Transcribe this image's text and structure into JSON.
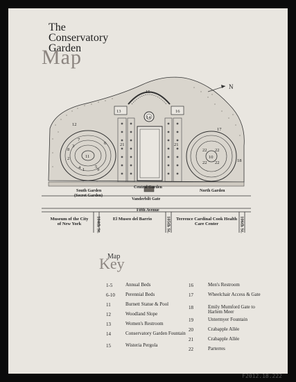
{
  "title": {
    "line1": "The",
    "line2": "Conservatory",
    "line3": "Garden",
    "big": "Map"
  },
  "map": {
    "labels": {
      "south_garden": "South Garden",
      "secret_garden": "(Secret Garden)",
      "central_garden": "Central Garden",
      "north_garden": "North Garden",
      "vanderbilt_gate": "Vanderbilt Gate",
      "fifth_avenue": "Fifth Avenue",
      "north_arrow": "N"
    },
    "numbers": [
      "1",
      "2",
      "3",
      "4",
      "5",
      "6",
      "7",
      "8",
      "9",
      "10",
      "11",
      "12",
      "13",
      "14",
      "15",
      "16",
      "17",
      "18",
      "21",
      "21",
      "22",
      "22",
      "22",
      "22"
    ],
    "streets": [
      {
        "name": "Museum of the City of New York"
      },
      {
        "name": "104th St."
      },
      {
        "name": "El Museo del Barrio"
      },
      {
        "name": "105th St."
      },
      {
        "name": "Terrence Cardinal Cook Health Care Center"
      },
      {
        "name": "106th St."
      }
    ]
  },
  "key": {
    "small": "Map",
    "big": "Key"
  },
  "legend_left": [
    {
      "num": "1-5",
      "label": "Annual Beds"
    },
    {
      "num": "6-10",
      "label": "Perennial Beds"
    },
    {
      "num": "11",
      "label": "Burnett Statue & Pool"
    },
    {
      "num": "12",
      "label": "Woodland Slope"
    },
    {
      "num": "13",
      "label": "Women's Restroom"
    },
    {
      "num": "14",
      "label": "Conservatory Garden Fountain"
    },
    {
      "num": "15",
      "label": "Wisteria Pergola"
    }
  ],
  "legend_right": [
    {
      "num": "16",
      "label": "Men's Restroom"
    },
    {
      "num": "17",
      "label": "Wheelchair Access & Gate"
    },
    {
      "num": "18",
      "label": "Emily Mumford Gate to Harlem Meer"
    },
    {
      "num": "19",
      "label": "Untermyer Fountain"
    },
    {
      "num": "20",
      "label": "Crabapple Allée"
    },
    {
      "num": "21",
      "label": "Crabapple Allée"
    },
    {
      "num": "22",
      "label": "Parterres"
    }
  ],
  "accession": "F2012.18.222"
}
